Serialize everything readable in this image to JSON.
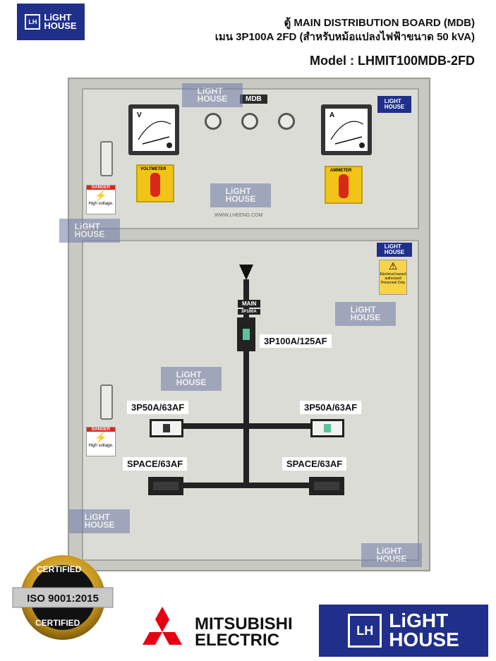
{
  "brand": {
    "line1": "LiGHT",
    "line2": "HOUSE",
    "mark": "LH",
    "color": "#1f2f8a"
  },
  "header": {
    "line1": "ตู้ MAIN DISTRIBUTION BOARD (MDB)",
    "line2": "เมน 3P100A 2FD (สำหรับหม้อแปลงไฟฟ้าขนาด 50 kVA)",
    "model": "Model : LHMIT100MDB-2FD"
  },
  "cabinet": {
    "top_tag": "MDB",
    "url": "WWW.LHEENG.COM",
    "voltmeter": {
      "unit": "V"
    },
    "ammeter": {
      "unit": "A"
    },
    "voltmeter_switch": "VOLTMETER",
    "ammeter_switch": "AMMETER",
    "danger_sticker": {
      "title": "DANGER",
      "text": "High voltage."
    },
    "warning_sticker": "Electrical hazard authorized Personnel Only",
    "main_tag": "MAIN",
    "main_rating_tag": "3P100A"
  },
  "breakers": {
    "main": "3P100A/125AF",
    "left_feeder": "3P50A/63AF",
    "right_feeder": "3P50A/63AF",
    "left_space": "SPACE/63AF",
    "right_space": "SPACE/63AF"
  },
  "footer": {
    "cert_top": "CERTIFIED",
    "cert_standard": "ISO 9001:2015",
    "cert_bottom": "CERTIFIED",
    "mitsubishi_line1": "MITSUBISHI",
    "mitsubishi_line2": "ELECTRIC"
  }
}
